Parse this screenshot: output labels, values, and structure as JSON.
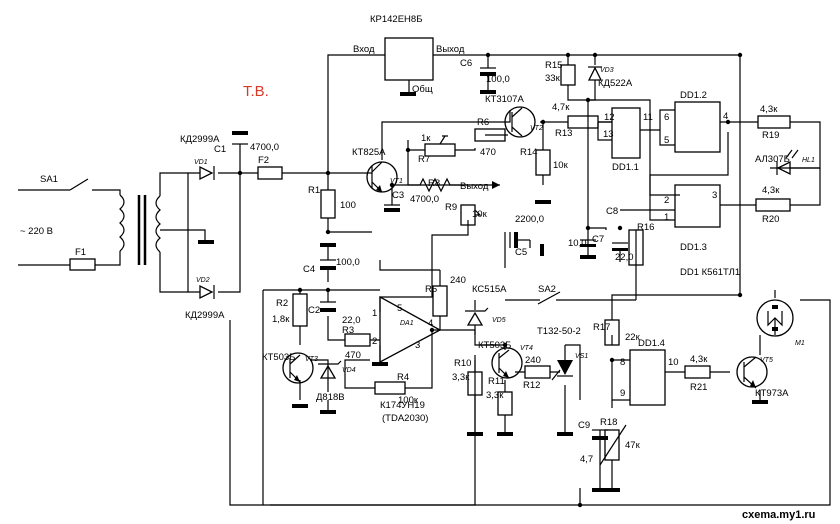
{
  "title_mark": "Т.В.",
  "watermark": "cxema.my1.ru",
  "regulator": {
    "name": "КР142ЕН8Б",
    "in": "Вход",
    "out": "Выход",
    "gnd": "Общ"
  },
  "mains": "~ 220 В",
  "output_label": "Выход",
  "amp": {
    "ref": "DA1",
    "name": "К174УН19",
    "alt": "(TDA2030)",
    "p1": "1",
    "p2": "2",
    "p3": "3",
    "p4": "4",
    "p5": "5"
  },
  "logic": {
    "chip": "DD1 К561ТЛ1",
    "g1": "DD1.1",
    "g2": "DD1.2",
    "g3": "DD1.3",
    "g4": "DD1.4",
    "pins": {
      "p1": "1",
      "p2": "2",
      "p3": "3",
      "p4": "4",
      "p5": "5",
      "p6": "6",
      "p8": "8",
      "p9": "9",
      "p10": "10",
      "p11": "11",
      "p12": "12",
      "p13": "13"
    }
  },
  "parts": {
    "SA1": "SA1",
    "SA2": "SA2",
    "F1": "F1",
    "F2": "F2",
    "VD1": "VD1",
    "VD2": "VD2",
    "VD1v": "КД2999А",
    "VD2v": "КД2999А",
    "C1": "C1",
    "C1v": "4700,0",
    "R1": "R1",
    "R1v": "100",
    "VT1": "VT1",
    "VT1v": "КТ825А",
    "C3": "C3",
    "C3v": "4700,0",
    "R7": "R7",
    "R7v": "1к",
    "R8": "R8",
    "R6": "R6",
    "R6v": "470",
    "VT2": "VT2",
    "VT2v": "КТ3107А",
    "R9": "R9",
    "R9v": "10к",
    "C5": "C5",
    "C5v": "2200,0",
    "C6": "C6",
    "C6v": "100,0",
    "R15": "R15",
    "R15v": "33к",
    "VD3": "VD3",
    "VD3v": "КД522А",
    "R13": "R13",
    "R13v": "4,7к",
    "R14": "R14",
    "R14v": "10к",
    "C8": "C8",
    "C8v": "10,0",
    "C7": "C7",
    "C7v": "22,0",
    "R16": "R16",
    "R19": "R19",
    "R19v": "4,3к",
    "R20": "R20",
    "R20v": "4,3к",
    "HL1": "HL1",
    "HL1v": "АЛ307Б",
    "C4": "C4",
    "C4v": "100,0",
    "R2": "R2",
    "R2v": "1,8к",
    "C2": "C2",
    "C2v": "22,0",
    "R3": "R3",
    "R3v": "470",
    "R4": "R4",
    "R4v": "100к",
    "R5": "R5",
    "R5v": "240",
    "VT3": "VT3",
    "VT3v": "КТ503Б",
    "VD4": "VD4",
    "VD4v": "Д818В",
    "VD5": "VD5",
    "VD5v": "КС515А",
    "VT4": "VT4",
    "VT4v": "КТ503Б",
    "R10": "R10",
    "R10v": "3,3к",
    "R11": "R11",
    "R11v": "3,3к",
    "R12": "R12",
    "R12v": "240",
    "VS1": "VS1",
    "VS1v": "Т132-50-2",
    "R17": "R17",
    "R17v": "22к",
    "R18": "R18",
    "R18v": "47к",
    "C9": "C9",
    "C9v": "4,7",
    "R21": "R21",
    "R21v": "4,3к",
    "VT5": "VT5",
    "VT5v": "КТ973А",
    "M1": "M1"
  }
}
